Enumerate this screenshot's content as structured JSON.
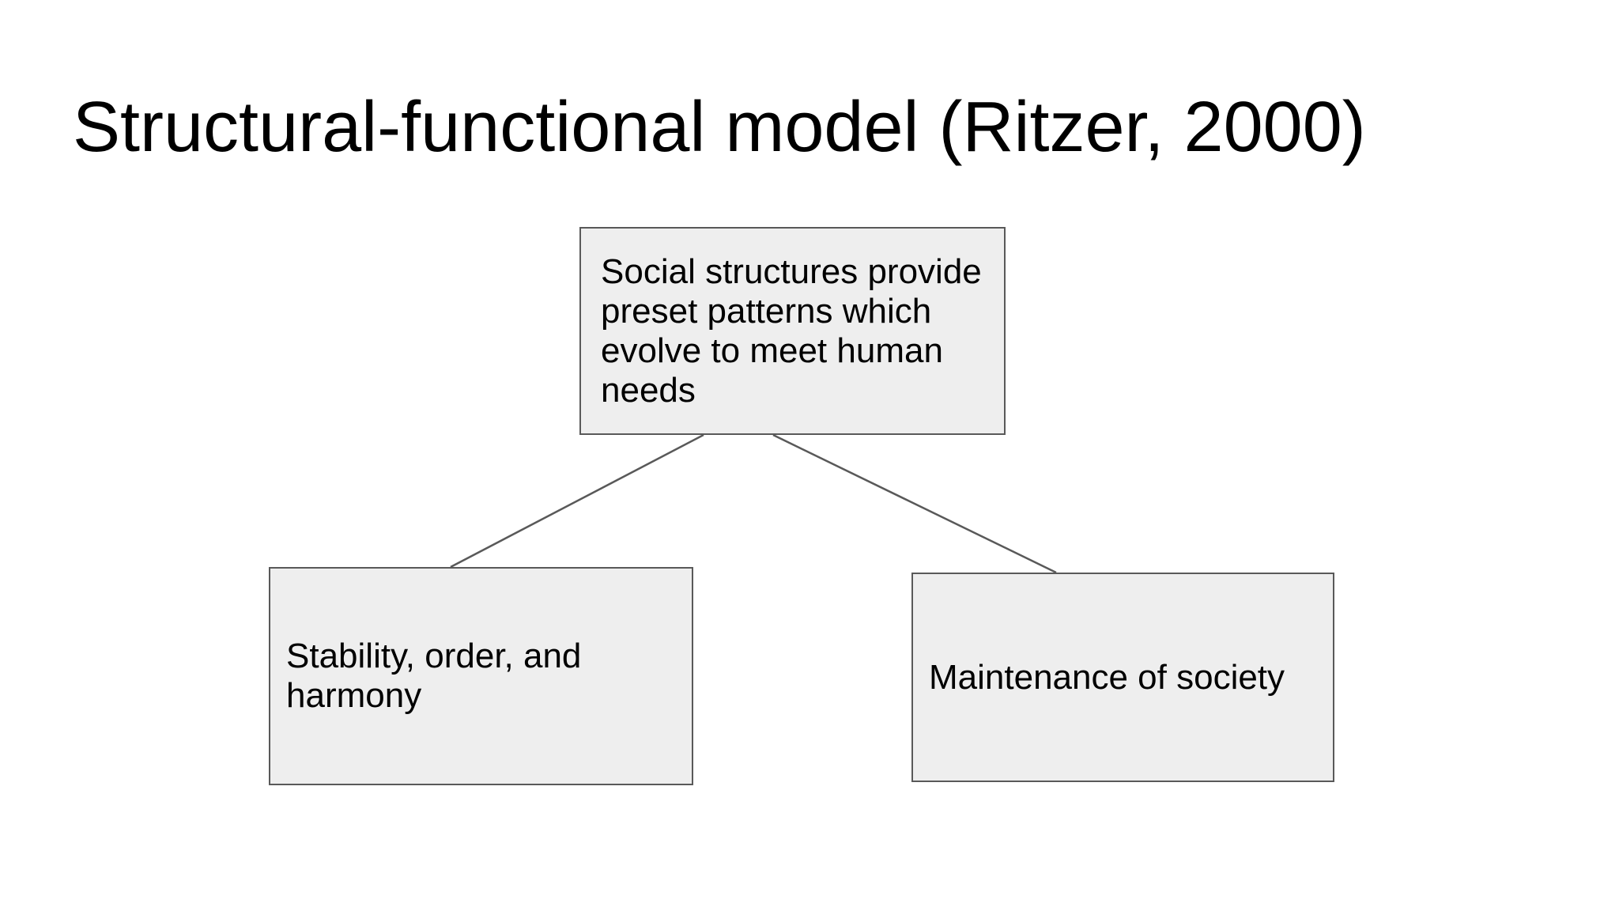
{
  "slide": {
    "title": "Structural-functional model (Ritzer, 2000)"
  },
  "diagram": {
    "root_box": {
      "text": "Social structures provide\npreset patterns which\nevolve to meet human\nneeds"
    },
    "left_box": {
      "text": "Stability, order, and\nharmony"
    },
    "right_box": {
      "text": "Maintenance of society"
    }
  },
  "colors": {
    "background": "#ffffff",
    "box-fill": "#eeeeee",
    "box-border": "#595959",
    "connector": "#595959",
    "text": "#000000"
  }
}
